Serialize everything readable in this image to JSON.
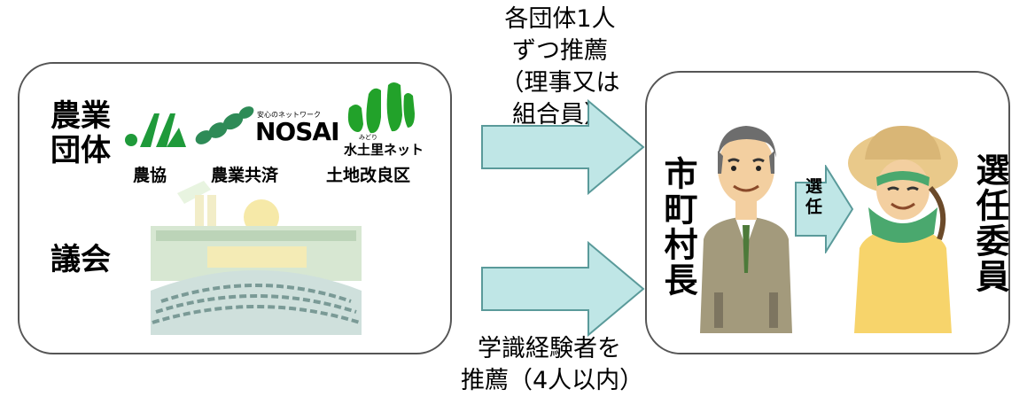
{
  "left": {
    "group_label": "農業\n団体",
    "council_label": "議会",
    "orgs": [
      {
        "name": "農協",
        "icon": "ja-logo-icon"
      },
      {
        "name": "農業共済",
        "icon": "nosai-logo-icon"
      },
      {
        "name": "土地改良区",
        "icon": "mizu-tsuchi-sato-logo-icon"
      }
    ],
    "nosai_tagline": "安心のネットワーク",
    "nosai_text": "NOSAI",
    "mizu_text": "水土里ネット",
    "mizu_ruby": "みどり"
  },
  "arrows": {
    "top_note": "各団体1人\nずつ推薦\n（理事又は\n組合員）",
    "bottom_note": "学識経験者を\n推薦（4人以内）"
  },
  "right": {
    "mayor_label": "市町村長",
    "appoint_label": "選任",
    "member_label": "選任委員"
  },
  "colors": {
    "arrow_fill": "#bfe6e6",
    "arrow_stroke": "#5a9a9a",
    "ja_green": "#1f9a3a",
    "nosai_green": "#2e8b57",
    "mizu_green": "#22a22a"
  }
}
